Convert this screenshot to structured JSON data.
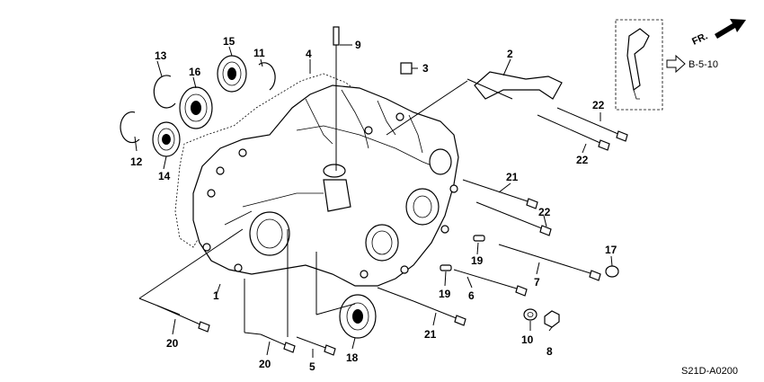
{
  "diagram": {
    "code": "S21D-A0200",
    "fr_label": "FR.",
    "ref_label": "B-5-10",
    "callouts": [
      "1",
      "2",
      "3",
      "4",
      "5",
      "6",
      "7",
      "8",
      "9",
      "10",
      "11",
      "12",
      "13",
      "14",
      "15",
      "16",
      "17",
      "18",
      "19",
      "19",
      "20",
      "21",
      "21",
      "21",
      "22",
      "22",
      "22"
    ]
  }
}
